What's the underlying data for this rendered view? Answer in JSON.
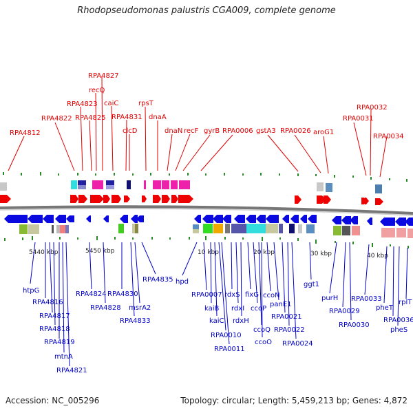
{
  "header": {
    "title": "Rhodopseudomonas palustris CGA009, complete genome"
  },
  "footer": {
    "accession": "Accession: NC_005296",
    "summary": "Topology: circular; Length: 5,459,213 bp; Genes: 4,872"
  },
  "map": {
    "scale_labels": [
      "5440 kbp",
      "5450 kbp",
      "10 kbp",
      "20 kbp",
      "30 kbp",
      "40 kbp"
    ],
    "top_labels": [
      "RPA4812",
      "RPA4822",
      "RPA4823",
      "RPA4825",
      "RPA4827",
      "recQ",
      "caiC",
      "RPA4831",
      "clcD",
      "rpsT",
      "dnaA",
      "dnaN",
      "recF",
      "gyrB",
      "RPA0006",
      "gstA3",
      "RPA0026",
      "aroG1",
      "RPA0031",
      "RPA0032",
      "RPA0034"
    ],
    "bottom_labels": [
      "htpG",
      "RPA4816",
      "RPA4817",
      "RPA4818",
      "RPA4819",
      "mtnA",
      "RPA4821",
      "RPA4824",
      "RPA4828",
      "RPA4830",
      "msrA2",
      "RPA4833",
      "RPA4835",
      "hpd",
      "RPA0007",
      "kaiB",
      "kaiC",
      "RPA0010",
      "RPA0011",
      "rdxS",
      "rdxI",
      "rdxH",
      "fixG",
      "ccoP",
      "ccoQ",
      "ccoO",
      "ccoN",
      "panE1",
      "RPA0021",
      "RPA0022",
      "RPA0024",
      "ggt1",
      "purH",
      "RPA0029",
      "RPA0030",
      "RPA0033",
      "pheT",
      "RPA0036",
      "pheS",
      "rplT"
    ]
  },
  "colors": {
    "top_labels": "#e00000",
    "bottom_labels": "#0000c8",
    "backbone": "#888888",
    "ticks": "#2a8a2a"
  }
}
